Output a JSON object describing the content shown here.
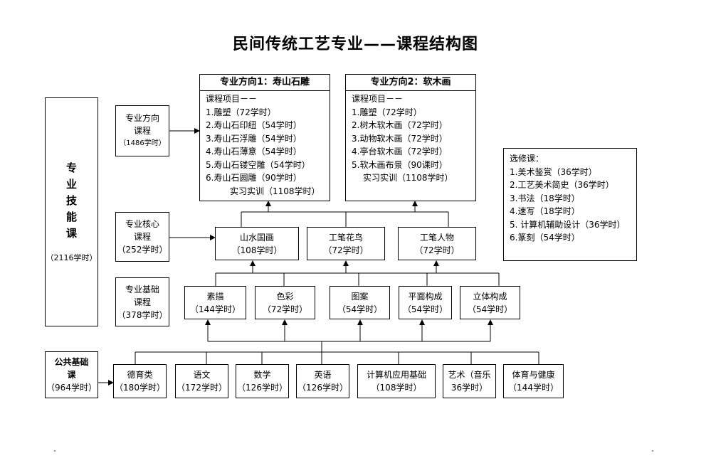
{
  "title": "民间传统工艺专业——课程结构图",
  "skills": {
    "label": "专业技能课",
    "chars": [
      "专",
      "业",
      "技",
      "能",
      "课"
    ],
    "hours": "（2116学时）"
  },
  "direction_course": {
    "line1": "专业方向",
    "line2": "课程",
    "hours": "（1486学时）"
  },
  "core_course": {
    "line1": "专业核心",
    "line2": "课程",
    "hours": "（252学时）"
  },
  "basic_course": {
    "line1": "专业基础",
    "line2": "课程",
    "hours": "（378学时）"
  },
  "public_course": {
    "line1": "公共基础",
    "line2": "课",
    "hours": "（964学时）"
  },
  "direction1": {
    "header": "专业方向1：寿山石雕",
    "items": [
      "课程项目－－",
      "1.雕塑（72学时）",
      "2.寿山石印纽（54学时）",
      "3.寿山石浮雕（54学时）",
      "4.寿山石薄意（54学时）",
      "5.寿山石镂空雕（54学时）",
      "6.寿山石圆雕（90学时）",
      "实习实训（1108学时）"
    ]
  },
  "direction2": {
    "header": "专业方向2：软木画",
    "items": [
      "课程项目－－",
      "1.雕塑（72学时）",
      "2.树木软木画（72学时）",
      "3.动物软木画（72学时）",
      "4.亭台软木画（72学时）",
      "5.软木画布景（90课时）",
      "实习实训（1108学时）"
    ]
  },
  "electives": {
    "header": "选修课：",
    "items": [
      "1.美术鉴赏（36学时）",
      "2.工艺美术简史（36学时）",
      "3.书法（18学时）",
      "4.速写（18学时）",
      "5. 计算机辅助设计（36学时）",
      "6.篆刻（54学时）"
    ]
  },
  "core": [
    {
      "name": "山水国画",
      "hours": "（108学时）"
    },
    {
      "name": "工笔花鸟",
      "hours": "（72学时）"
    },
    {
      "name": "工笔人物",
      "hours": "（72学时）"
    }
  ],
  "basics": [
    {
      "name": "素描",
      "hours": "（144学时）"
    },
    {
      "name": "色彩",
      "hours": "（72学时）"
    },
    {
      "name": "图案",
      "hours": "（54学时）"
    },
    {
      "name": "平面构成",
      "hours": "（54学时）"
    },
    {
      "name": "立体构成",
      "hours": "（54学时）"
    }
  ],
  "public": [
    {
      "name": "德育类",
      "hours": "（180学时）"
    },
    {
      "name": "语文",
      "hours": "（172学时）"
    },
    {
      "name": "数学",
      "hours": "（126学时）"
    },
    {
      "name": "英语",
      "hours": "（126学时）"
    },
    {
      "name": "计算机应用基础",
      "hours": "（108学时）"
    },
    {
      "name": "艺术（音乐",
      "hours": "36学时）"
    },
    {
      "name": "体育与健康",
      "hours": "（144学时）"
    }
  ]
}
